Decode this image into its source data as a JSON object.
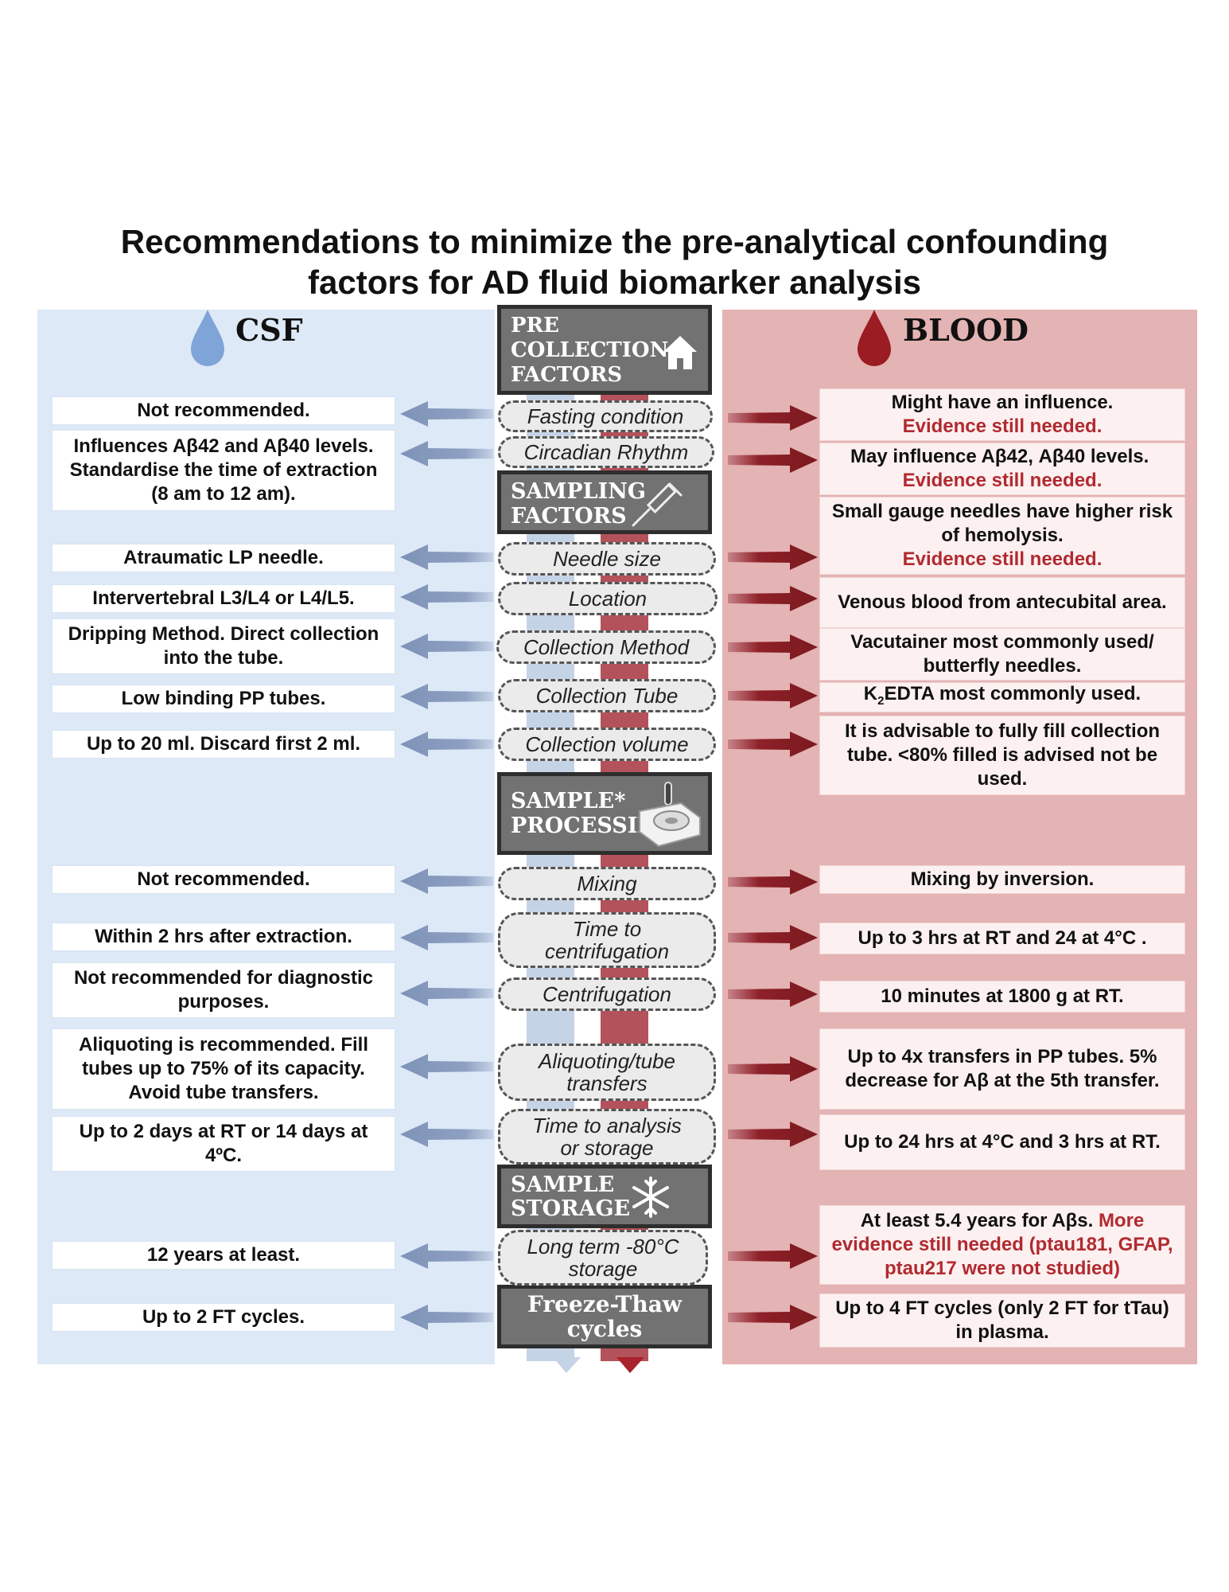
{
  "title": "Recommendations to minimize the pre-analytical confounding factors for AD fluid biomarker analysis",
  "columns": {
    "left": "CSF",
    "right": "BLOOD"
  },
  "colors": {
    "csf_bg": "#dde9f7",
    "blood_bg": "#e4b3b3",
    "csf_arrow": "#7e93b8",
    "blood_arrow": "#7a1a1f",
    "header_bg": "#727272",
    "evidence_red": "#b02a30"
  },
  "headers": {
    "pre": "PRE COLLECTION FACTORS",
    "sampling": "SAMPLING FACTORS",
    "processing": "SAMPLE* PROCESSING",
    "storage": "SAMPLE STORAGE",
    "freeze": "Freeze-Thaw cycles"
  },
  "icons": {
    "csf": "water-drop-icon",
    "blood": "blood-drop-icon",
    "pre": "house-icon",
    "sampling": "syringe-icon",
    "processing": "centrifuge-icon",
    "storage": "snowflake-icon"
  },
  "factors": {
    "fasting": "Fasting condition",
    "circadian": "Circadian Rhythm",
    "needle": "Needle size",
    "location": "Location",
    "method": "Collection Method",
    "tube": "Collection Tube",
    "volume": "Collection volume",
    "mixing": "Mixing",
    "time_centrifugation": "Time to centrifugation",
    "centrifugation": "Centrifugation",
    "aliquoting": "Aliquoting/tube transfers",
    "time_analysis": "Time to analysis or storage",
    "long_term": "Long term -80°C storage"
  },
  "csf": {
    "fasting": "Not recommended.",
    "circadian": "Influences Aβ42 and Aβ40 levels. Standardise the time of extraction   (8 am to 12 am).",
    "needle": "Atraumatic LP needle.",
    "location": "Intervertebral L3/L4 or L4/L5.",
    "method": "Dripping Method. Direct collection into the tube.",
    "tube": "Low binding PP tubes.",
    "volume": "Up to 20 ml. Discard first 2 ml.",
    "mixing": "Not recommended.",
    "time_centrifugation": "Within 2 hrs after extraction.",
    "centrifugation": "Not recommended for diagnostic purposes.",
    "aliquoting": "Aliquoting is recommended.  Fill tubes up to 75% of its capacity. Avoid tube transfers.",
    "time_analysis": "Up to 2 days at RT or 14 days at 4ºC.",
    "long_term": "12 years at least.",
    "freeze": "Up to 2 FT cycles."
  },
  "blood": {
    "fasting": "Might have an influence.",
    "fasting_red": "Evidence still needed.",
    "circadian": "May influence Aβ42, Aβ40 levels.",
    "circadian_red": "Evidence still needed.",
    "needle": "Small gauge needles have higher risk of hemolysis.",
    "needle_red": "Evidence still needed.",
    "location": "Venous blood from antecubital area.",
    "method": "Vacutainer most commonly used/ butterfly needles.",
    "tube_k": "K",
    "tube_sub": "2",
    "tube": "EDTA most commonly used.",
    "volume": "It is advisable to fully fill collection tube. <80% filled is advised not be used.",
    "mixing": "Mixing by inversion.",
    "time_centrifugation": "Up to 3 hrs at RT and 24 at 4°C .",
    "centrifugation": "10 minutes at 1800 g at RT.",
    "aliquoting": "Up to 4x transfers in PP tubes. 5% decrease for Aβ at the 5th transfer.",
    "time_analysis": "Up to 24 hrs at 4°C and 3 hrs at RT.",
    "long_term": "At least 5.4 years for Aβs.",
    "long_term_red": "More evidence still needed (ptau181, GFAP, ptau217 were not studied)",
    "freeze": "Up to 4 FT cycles (only 2 FT for tTau) in plasma."
  }
}
